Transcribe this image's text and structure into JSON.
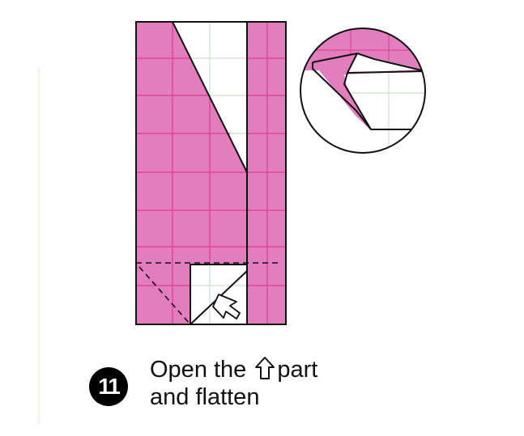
{
  "step": {
    "number": "11",
    "instruction_line1_before": "Open the",
    "instruction_line1_after": "part",
    "instruction_line2": "and flatten"
  },
  "colors": {
    "paper_color": "#e27ebd",
    "grid_on_color": "#e0449a",
    "grid_on_white": "#cfe0cf",
    "outline": "#111111",
    "background": "#ffffff"
  },
  "icons": [
    "up-arrow-icon",
    "push-arrow-icon",
    "detail-zoom-icon"
  ]
}
